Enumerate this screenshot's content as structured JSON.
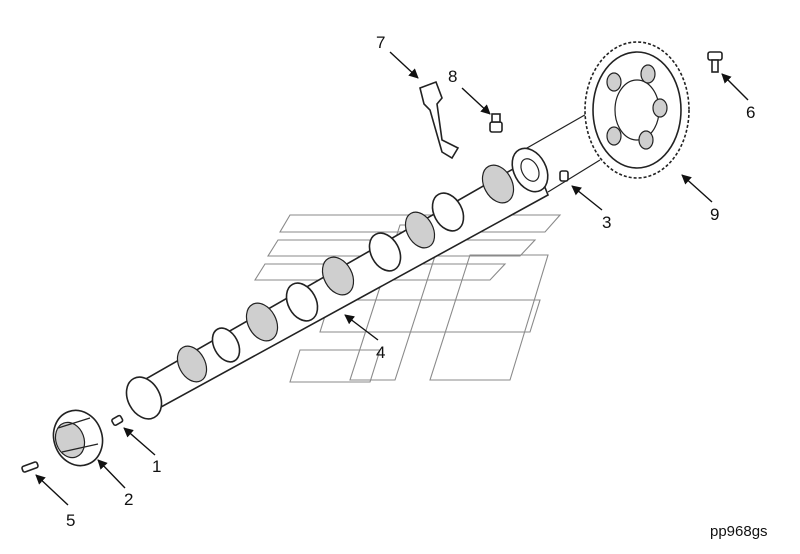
{
  "diagram": {
    "drawing_code": "pp968gs",
    "callouts": [
      {
        "id": "1",
        "label": "1"
      },
      {
        "id": "2",
        "label": "2"
      },
      {
        "id": "3",
        "label": "3"
      },
      {
        "id": "4",
        "label": "4"
      },
      {
        "id": "5",
        "label": "5"
      },
      {
        "id": "6",
        "label": "6"
      },
      {
        "id": "7",
        "label": "7"
      },
      {
        "id": "8",
        "label": "8"
      },
      {
        "id": "9",
        "label": "9"
      }
    ]
  },
  "colors": {
    "line": "#222222",
    "shade": "#cfcfcf",
    "watermark": "#8a8a8a"
  }
}
